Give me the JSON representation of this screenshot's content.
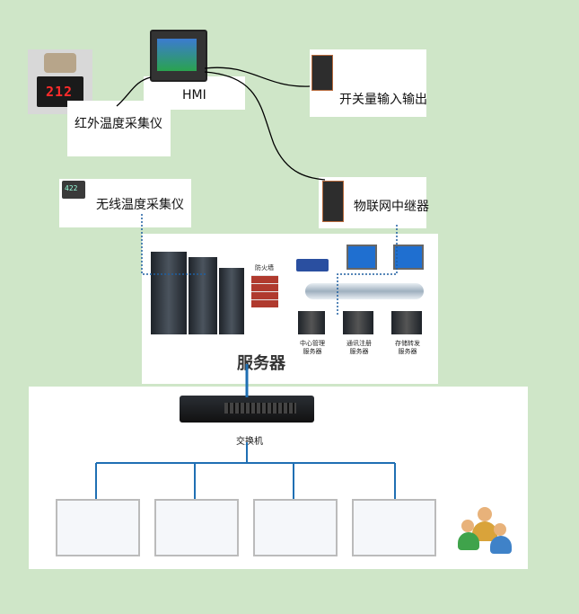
{
  "labels": {
    "hmi": "HMI",
    "infrared": "红外温度采集仪",
    "io": "开关量输入输出",
    "wireless": "无线温度采集仪",
    "iot_relay": "物联网中继器",
    "server": "服务器",
    "firewall": "防火墙",
    "server_center": "中心管理\n服务器",
    "server_comm": "通讯注册\n服务器",
    "server_store": "存储转发\n服务器",
    "switch": "交换机",
    "infrared_display": "212",
    "wireless_display": "422"
  },
  "colors": {
    "background": "#cfe6c8",
    "link_line": "#1f6fb3",
    "dotted_line": "#1f5fa0",
    "cable": "#000000"
  }
}
